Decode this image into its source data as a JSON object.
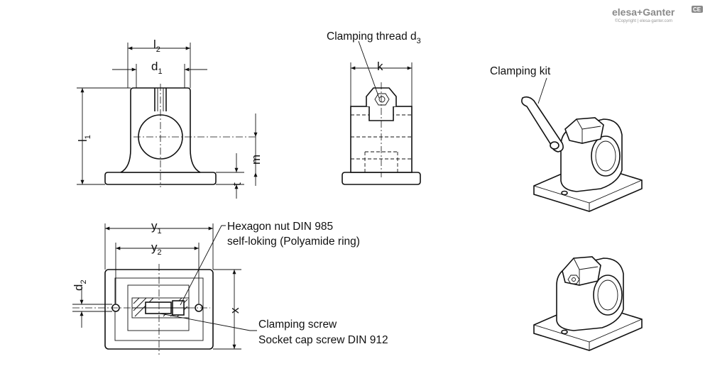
{
  "brand": {
    "name": "elesa+Ganter",
    "copyright": "©Copyright | elesa-ganter.com",
    "badge": "CE"
  },
  "dims": {
    "l2": {
      "main": "l",
      "sub": "2"
    },
    "d1": {
      "main": "d",
      "sub": "1"
    },
    "l1": {
      "main": "l",
      "sub": "1"
    },
    "m": "m",
    "t": "t",
    "k": "k",
    "y1": {
      "main": "y",
      "sub": "1"
    },
    "y2": {
      "main": "y",
      "sub": "2"
    },
    "d2": {
      "main": "d",
      "sub": "2"
    },
    "x": "x"
  },
  "labels": {
    "clamping_thread": {
      "main": "Clamping thread d",
      "sub": "3"
    },
    "clamping_kit": "Clamping kit",
    "hexagon_nut_line1": "Hexagon nut DIN 985",
    "hexagon_nut_line2": "self-loking (Polyamide ring)",
    "clamping_screw_line1": "Clamping screw",
    "clamping_screw_line2": "Socket cap screw DIN 912"
  }
}
